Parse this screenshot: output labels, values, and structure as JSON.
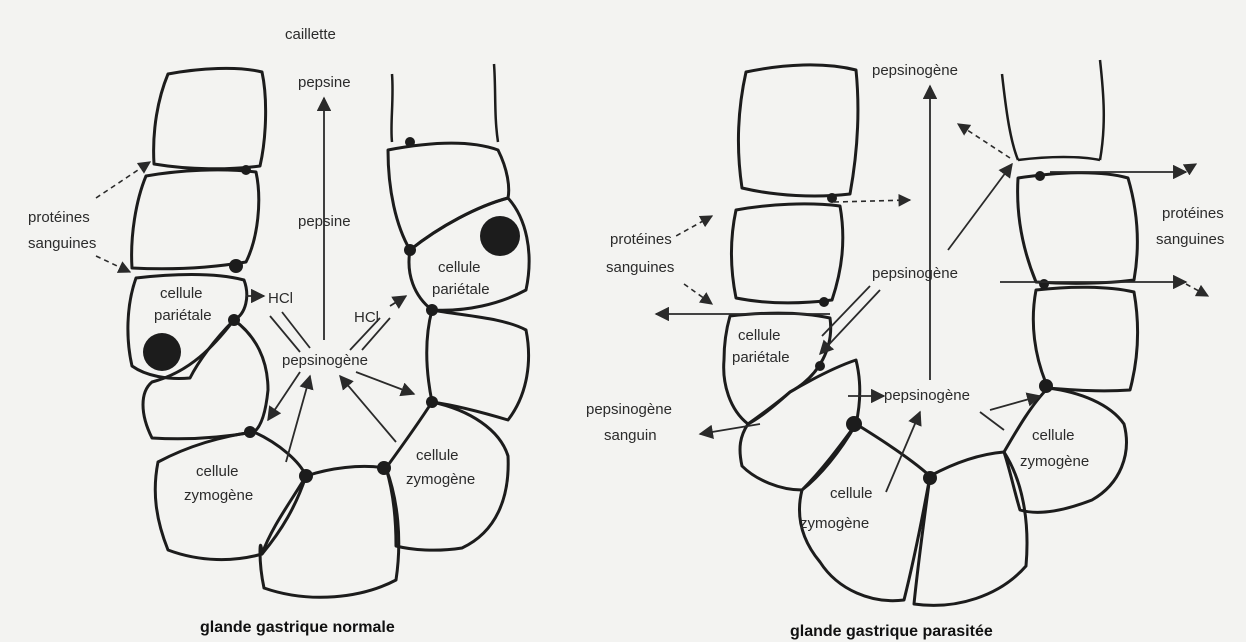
{
  "normal": {
    "lumen_label": "caillette",
    "pepsin_top": "pepsine",
    "pepsin_mid": "pepsine",
    "pepsinogen": "pepsinogène",
    "hcl_left": "HCl",
    "hcl_right": "HCl",
    "blood_proteins_1": "protéines",
    "blood_proteins_2": "sanguines",
    "parietal_left_1": "cellule",
    "parietal_left_2": "pariétale",
    "parietal_right_1": "cellule",
    "parietal_right_2": "pariétale",
    "zymogen_left_1": "cellule",
    "zymogen_left_2": "zymogène",
    "zymogen_right_1": "cellule",
    "zymogen_right_2": "zymogène",
    "caption": "glande gastrique normale"
  },
  "parasitized": {
    "pepsinogen_top": "pepsinogène",
    "pepsinogen_mid": "pepsinogène",
    "pepsinogen_low": "pepsinogène",
    "blood_proteins_left_1": "protéines",
    "blood_proteins_left_2": "sanguines",
    "blood_proteins_right_1": "protéines",
    "blood_proteins_right_2": "sanguines",
    "parietal_1": "cellule",
    "parietal_2": "pariétale",
    "blood_pepsinogen_1": "pepsinogène",
    "blood_pepsinogen_2": "sanguin",
    "zymogen_left_1": "cellule",
    "zymogen_left_2": "zymogène",
    "zymogen_right_1": "cellule",
    "zymogen_right_2": "zymogène",
    "caption": "glande gastrique parasitée"
  },
  "colors": {
    "ink": "#1c1c1c",
    "paper": "#f3f3f1"
  }
}
